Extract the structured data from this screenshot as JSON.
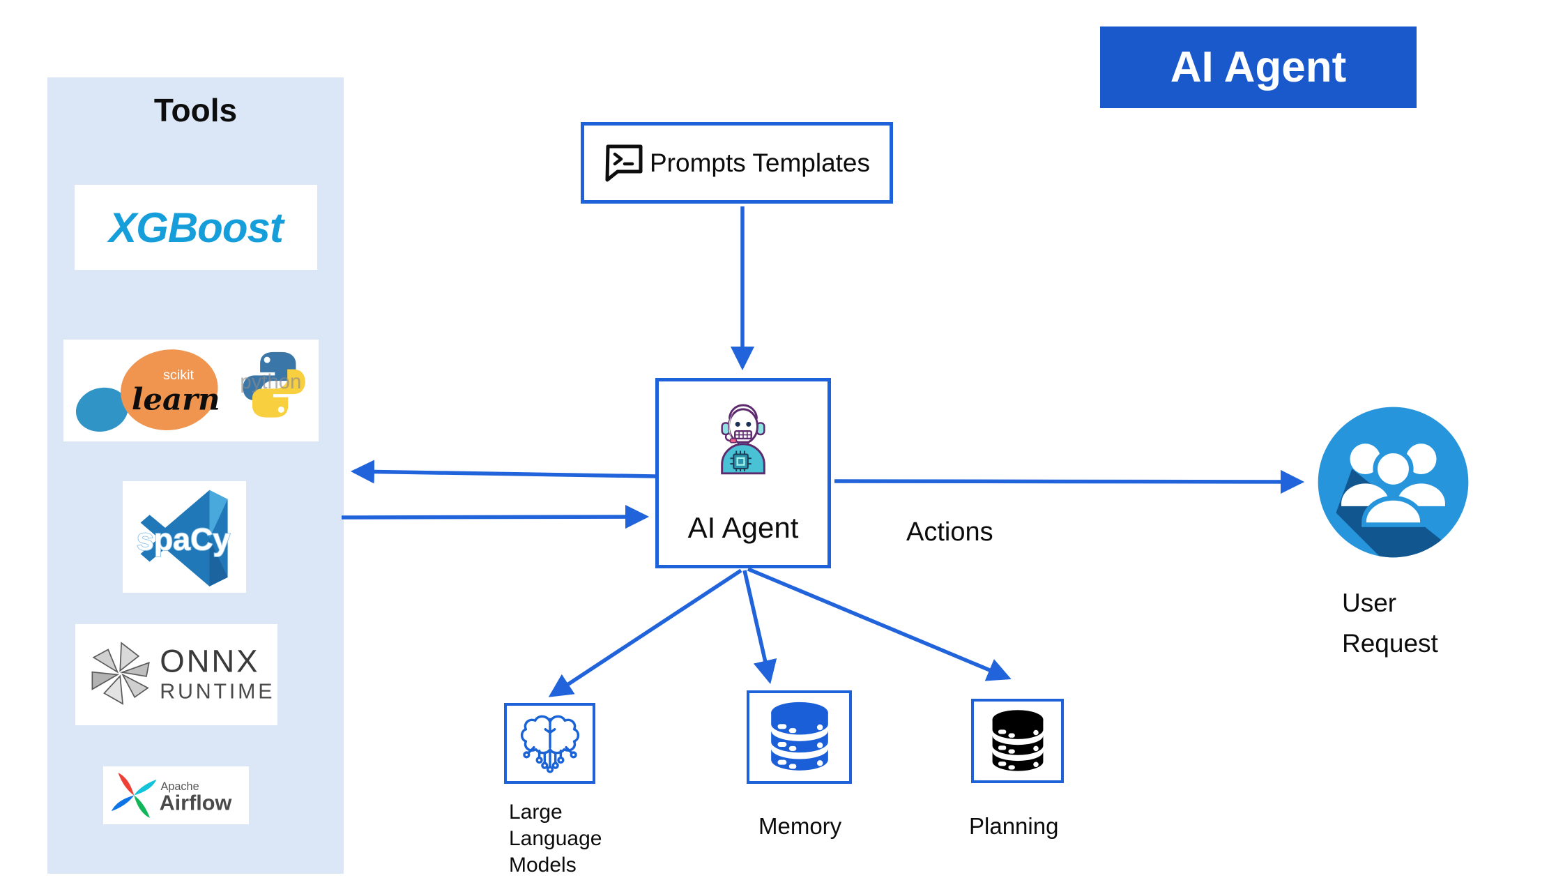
{
  "banner": {
    "label": "AI Agent",
    "bg_color": "#1959cb",
    "text_color": "#ffffff"
  },
  "sidebar": {
    "title": "Tools",
    "bg_color": "#dbe6f6",
    "tools": [
      {
        "id": "xgboost",
        "label": "XGBoost",
        "brand_color": "#169edb"
      },
      {
        "id": "scikit-learn-python",
        "scikit": "scikit",
        "learn": "learn",
        "python": "python"
      },
      {
        "id": "spacy",
        "label": "spaCy"
      },
      {
        "id": "onnx-runtime",
        "line1": "ONNX",
        "line2": "RUNTIME"
      },
      {
        "id": "apache-airflow",
        "line1": "Apache",
        "line2": "Airflow"
      }
    ]
  },
  "nodes": {
    "prompts": {
      "label": "Prompts Templates",
      "icon": "terminal-chat-bubble-icon"
    },
    "agent": {
      "label": "AI Agent",
      "icon": "robot-assistant-icon"
    },
    "llm": {
      "line1": "Large",
      "line2": "Language",
      "line3": "Models",
      "icon": "brain-circuit-icon"
    },
    "memory": {
      "label": "Memory",
      "icon": "database-icon",
      "icon_color": "#1a5fd7"
    },
    "planning": {
      "label": "Planning",
      "icon": "database-icon",
      "icon_color": "#000000"
    },
    "user": {
      "line1": "User",
      "line2": "Request",
      "icon": "user-group-icon",
      "icon_color": "#2795dc"
    }
  },
  "edges": {
    "actions_label": "Actions",
    "arrow_color": "#2063da",
    "list": [
      "prompts-templates -> ai-agent",
      "ai-agent -> tools",
      "tools -> ai-agent",
      "ai-agent -> user-request (Actions)",
      "ai-agent -> large-language-models",
      "ai-agent -> memory",
      "ai-agent -> planning"
    ]
  },
  "colors": {
    "accent_blue": "#1d62d8",
    "banner_blue": "#1959cb",
    "sidebar_bg": "#dbe6f6",
    "xgboost_blue": "#169edb",
    "user_circle_blue": "#2795dc"
  }
}
